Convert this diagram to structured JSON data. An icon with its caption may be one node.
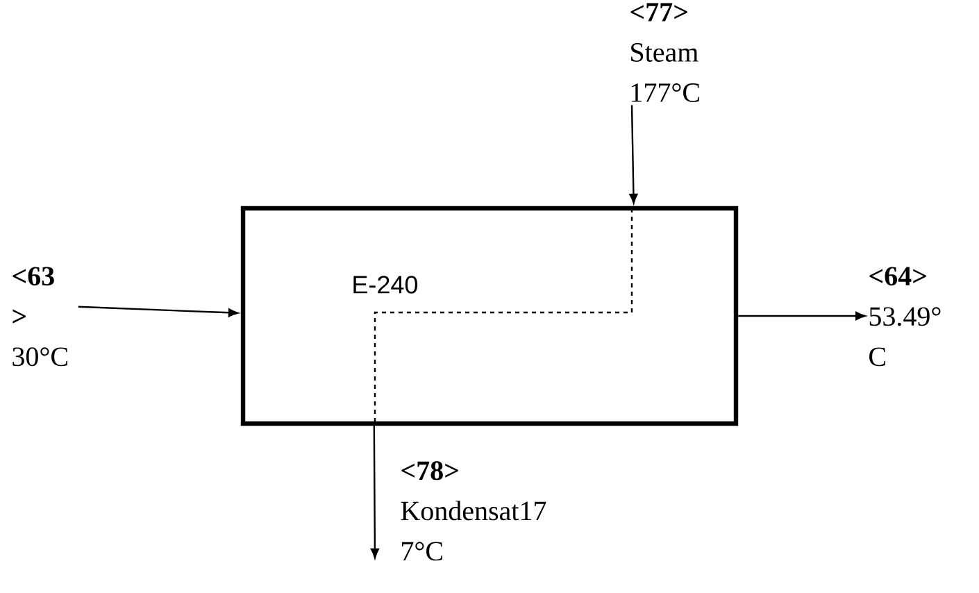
{
  "diagram": {
    "nodes": [
      {
        "text": [
          "E-240"
        ]
      },
      {
        "text": [
          "<63 >",
          "30°C"
        ]
      },
      {
        "text": [
          "<64>",
          "53.49° C"
        ]
      },
      {
        "text": [
          "<77>",
          "Steam 177°C"
        ]
      },
      {
        "text": [
          "<78>",
          "Kondensat17 7°C"
        ]
      }
    ],
    "edges": [
      {
        "from": 1,
        "to": 0,
        "arrow": "to"
      },
      {
        "from": 0,
        "to": 2,
        "arrow": "to"
      },
      {
        "from": 3,
        "to": 0,
        "arrow": "to"
      },
      {
        "from": 0,
        "to": 4,
        "arrow": "to"
      }
    ]
  }
}
